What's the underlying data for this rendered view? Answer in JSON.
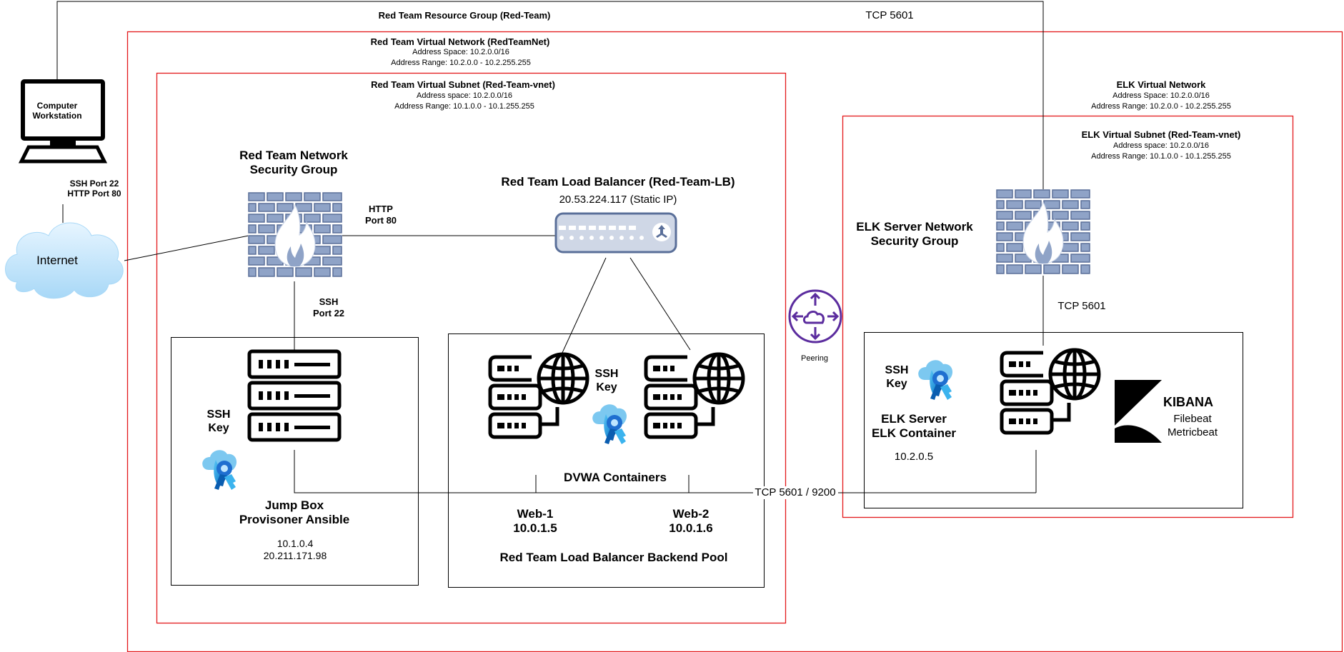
{
  "resource_group": {
    "label": "Red Team Resource Group (Red-Team)",
    "tcp_label": "TCP 5601"
  },
  "workstation": {
    "line1": "Computer",
    "line2": "Workstation",
    "ports_line1": "SSH Port 22",
    "ports_line2": "HTTP Port 80"
  },
  "internet": {
    "label": "Internet"
  },
  "red_vnet": {
    "title": "Red Team Virtual Network (RedTeamNet)",
    "space": "Address Space: 10.2.0.0/16",
    "range": "Address Range: 10.2.0.0 - 10.2.255.255"
  },
  "red_subnet": {
    "title": "Red Team Virtual Subnet (Red-Team-vnet)",
    "space": "Address space: 10.2.0.0/16",
    "range": "Address Range: 10.1.0.0 - 10.1.255.255"
  },
  "red_nsg": {
    "line1": "Red Team Network",
    "line2": "Security Group",
    "http_line1": "HTTP",
    "http_line2": "Port 80",
    "ssh_line1": "SSH",
    "ssh_line2": "Port 22"
  },
  "load_balancer": {
    "title": "Red Team Load Balancer (Red-Team-LB)",
    "ip": "20.53.224.117 (Static IP)"
  },
  "jumpbox": {
    "ssh_line1": "SSH",
    "ssh_line2": "Key",
    "name_line1": "Jump Box",
    "name_line2": "Provisoner Ansible",
    "ip1": "10.1.0.4",
    "ip2": "20.211.171.98"
  },
  "backend_pool": {
    "ssh_line1": "SSH",
    "ssh_line2": "Key",
    "containers": "DVWA Containers",
    "web1_name": "Web-1",
    "web1_ip": "10.0.1.5",
    "web2_name": "Web-2",
    "web2_ip": "10.0.1.6",
    "pool_label": "Red Team Load Balancer Backend Pool"
  },
  "peering": {
    "label": "Peering"
  },
  "tcp_link": {
    "label": "TCP 5601 / 9200"
  },
  "elk_vnet": {
    "title": "ELK Virtual Network",
    "space": "Address Space: 10.2.0.0/16",
    "range": "Address Range: 10.2.0.0 - 10.2.255.255"
  },
  "elk_subnet": {
    "title": "ELK Virtual Subnet (Red-Team-vnet)",
    "space": "Address space: 10.2.0.0/16",
    "range": "Address Range: 10.1.0.0 - 10.1.255.255"
  },
  "elk_nsg": {
    "line1": "ELK Server Network",
    "line2": "Security Group",
    "tcp_label": "TCP 5601"
  },
  "elk_server": {
    "ssh_line1": "SSH",
    "ssh_line2": "Key",
    "name_line1": "ELK Server",
    "name_line2": "ELK Container",
    "ip": "10.2.0.5"
  },
  "kibana": {
    "title": "KIBANA",
    "beat1": "Filebeat",
    "beat2": "Metricbeat"
  },
  "colors": {
    "boundary": "#e31a1c",
    "firewall": "#8fa3c7",
    "firewall_stroke": "#5a6f99",
    "peering": "#5b2c9e",
    "cloud": "#bfe3fb",
    "key_blue": "#1aa1e6"
  }
}
